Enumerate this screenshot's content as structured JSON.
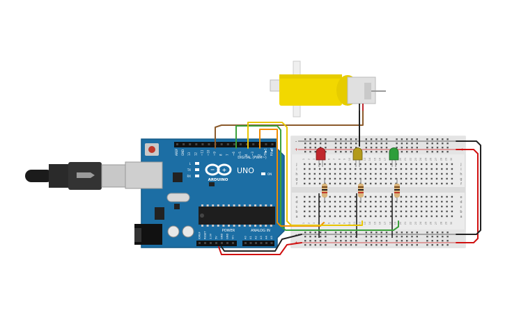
{
  "board": {
    "model": "UNO",
    "brand": "ARDUINO",
    "digital_header": "DIGITAL (PWM~)",
    "power_label": "POWER",
    "analog_label": "ANALOG IN",
    "on_label": "ON",
    "led_labels": [
      "L",
      "TX",
      "RX"
    ],
    "digital_pins": [
      "AREF",
      "GND",
      "13",
      "12",
      "~11",
      "~10",
      "~9",
      "8",
      "7",
      "~6",
      "~5",
      "4",
      "~3",
      "2",
      "TX▶1",
      "RX◀0"
    ],
    "power_pins": [
      "IOREF",
      "RESET",
      "3.3V",
      "5V",
      "GND",
      "GND",
      "Vin"
    ],
    "analog_pins": [
      "A0",
      "A1",
      "A2",
      "A3",
      "A4",
      "A5"
    ]
  },
  "breadboard": {
    "row_letters_top": [
      "j",
      "i",
      "h",
      "g",
      "f"
    ],
    "row_letters_bottom": [
      "e",
      "d",
      "c",
      "b",
      "a"
    ],
    "column_numbers": [
      "1",
      "2",
      "3",
      "4",
      "5",
      "6",
      "7",
      "8",
      "9",
      "10",
      "11",
      "12",
      "13",
      "14",
      "15",
      "16",
      "17",
      "18",
      "19",
      "20",
      "21",
      "22",
      "23",
      "24",
      "25",
      "26",
      "27",
      "28",
      "29",
      "30"
    ],
    "rail_plus": "+",
    "rail_minus": "-"
  },
  "components": {
    "leds": [
      {
        "color": "red",
        "hex": "#c0272d"
      },
      {
        "color": "yellow",
        "hex": "#b39a1a"
      },
      {
        "color": "green",
        "hex": "#2e9e3a"
      }
    ],
    "motor_color": "#f2d800",
    "wire_colors": {
      "brown": "#8b5a2b",
      "green": "#3aa03a",
      "orange": "#f08c00",
      "yellow": "#e8c400",
      "red": "#d01010",
      "black": "#222222"
    }
  }
}
